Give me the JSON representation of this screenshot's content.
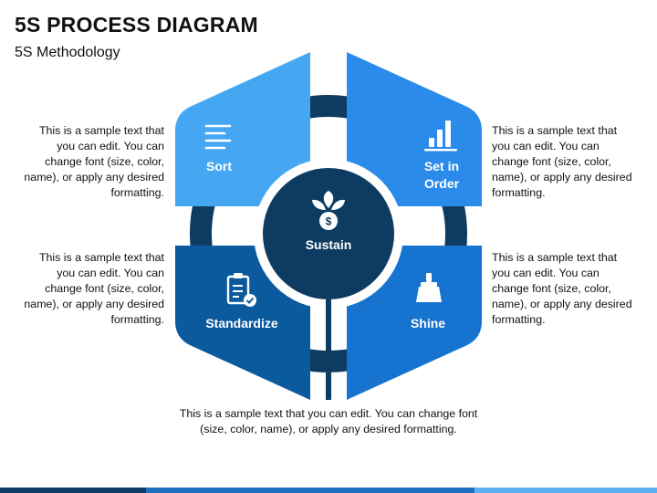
{
  "header": {
    "title": "5S PROCESS DIAGRAM",
    "subtitle": "5S Methodology"
  },
  "segments": {
    "sort": {
      "label": "Sort",
      "icon": "list-icon",
      "color": "#45A7F2"
    },
    "set_in_order": {
      "label_line1": "Set in",
      "label_line2": "Order",
      "icon": "bar-chart-icon",
      "color": "#2B8BEA"
    },
    "standardize": {
      "label": "Standardize",
      "icon": "clipboard-check-icon",
      "color": "#0B5A9E"
    },
    "shine": {
      "label": "Shine",
      "icon": "broom-icon",
      "color": "#1773D0"
    },
    "sustain": {
      "label": "Sustain",
      "icon": "money-plant-icon",
      "color": "#0D3B61"
    }
  },
  "descriptions": {
    "top_left": "This is a sample text that you can edit. You can change font (size, color, name), or apply any desired formatting.",
    "top_right": "This is a sample text that you can edit. You can change font (size, color, name), or apply any desired formatting.",
    "middle_left": "This is a sample text that you can edit. You can change font (size, color, name), or apply any desired formatting.",
    "middle_right": "This is a sample text that you can edit. You can change font (size, color, name), or apply any desired formatting.",
    "bottom": "This is a sample text that you can edit. You can change font (size, color, name), or apply any desired formatting."
  },
  "colors": {
    "ring": "#0D3B61",
    "bar_dark": "#0B3B66",
    "bar_mid": "#1E6FC0",
    "bar_light": "#5FB0F0"
  }
}
